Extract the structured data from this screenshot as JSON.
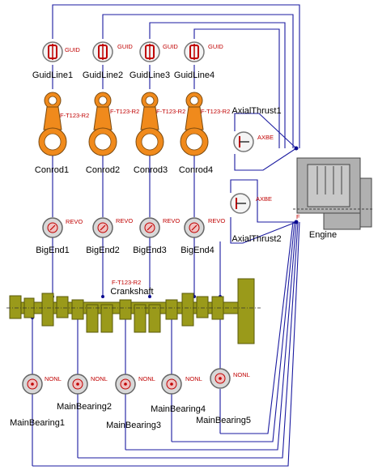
{
  "diagram": {
    "guide_lines": [
      {
        "label": "GuidLine1",
        "tag": "GUID"
      },
      {
        "label": "GuidLine2",
        "tag": "GUID"
      },
      {
        "label": "GuidLine3",
        "tag": "GUID"
      },
      {
        "label": "GuidLine4",
        "tag": "GUID"
      }
    ],
    "conrods": [
      {
        "label": "Conrod1",
        "tag": "F-T123-R2"
      },
      {
        "label": "Conrod2",
        "tag": "F-T123-R2"
      },
      {
        "label": "Conrod3",
        "tag": "F-T123-R2"
      },
      {
        "label": "Conrod4",
        "tag": "F-T123-R2"
      }
    ],
    "big_ends": [
      {
        "label": "BigEnd1",
        "tag": "REVO"
      },
      {
        "label": "BigEnd2",
        "tag": "REVO"
      },
      {
        "label": "BigEnd3",
        "tag": "REVO"
      },
      {
        "label": "BigEnd4",
        "tag": "REVO"
      }
    ],
    "crankshaft": {
      "label": "Crankshaft",
      "tag": "F-T123-R2"
    },
    "main_bearings": [
      {
        "label": "MainBearing1",
        "tag": "NONL"
      },
      {
        "label": "MainBearing2",
        "tag": "NONL"
      },
      {
        "label": "MainBearing3",
        "tag": "NONL"
      },
      {
        "label": "MainBearing4",
        "tag": "NONL"
      },
      {
        "label": "MainBearing5",
        "tag": "NONL"
      }
    ],
    "axial_thrusts": [
      {
        "label": "AxialThrust1",
        "tag": "AXBE"
      },
      {
        "label": "AxialThrust2",
        "tag": "AXBE"
      }
    ],
    "engine": {
      "label": "Engine",
      "port_label": "F"
    },
    "colors": {
      "wire": "#1a1aa0",
      "conrod": "#f08a1c",
      "crankshaft": "#9a9a1a",
      "engine": "#b0b0b0",
      "tag": "#c00000"
    }
  }
}
